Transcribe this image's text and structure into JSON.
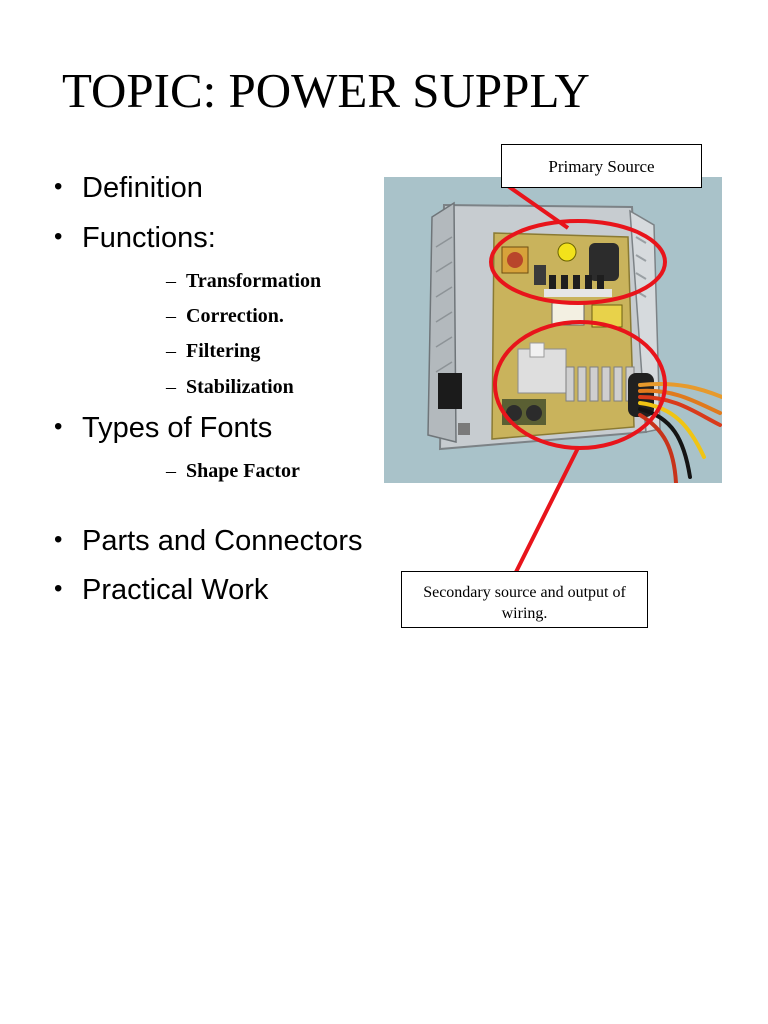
{
  "title": "TOPIC: POWER SUPPLY",
  "bullets": [
    "Definition",
    "Functions:",
    "Types of Fonts",
    "Parts and Connectors",
    "Practical Work"
  ],
  "function_items": [
    "Transformation",
    "Correction.",
    "Filtering",
    "Stabilization"
  ],
  "fonts_items": [
    "Shape Factor"
  ],
  "bullet_glyph": "•",
  "dash_glyph": "–",
  "callouts": {
    "primary": "Primary Source",
    "secondary": "Secondary source and output of wiring."
  },
  "colors": {
    "annotation_red": "#e8141b",
    "photo_background": "#a9c2c9"
  }
}
